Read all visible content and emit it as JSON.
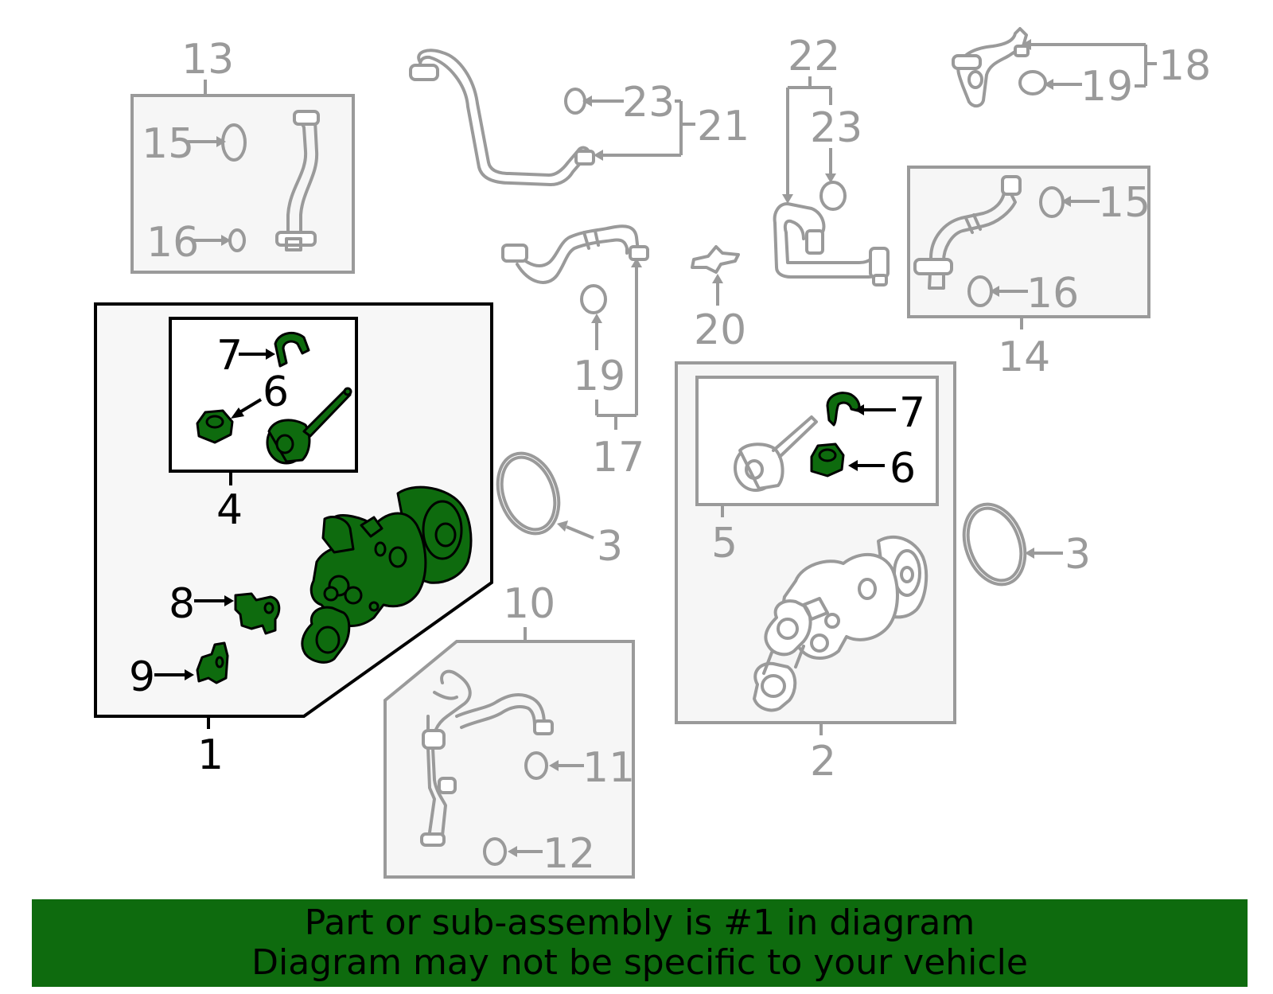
{
  "diagram": {
    "callouts": {
      "c1": "1",
      "c2": "2",
      "c3a": "3",
      "c3b": "3",
      "c4": "4",
      "c5": "5",
      "c6a": "6",
      "c6b": "6",
      "c7a": "7",
      "c7b": "7",
      "c8": "8",
      "c9": "9",
      "c10": "10",
      "c11": "11",
      "c12": "12",
      "c13": "13",
      "c14": "14",
      "c15a": "15",
      "c15b": "15",
      "c16a": "16",
      "c16b": "16",
      "c17": "17",
      "c18": "18",
      "c19a": "19",
      "c19b": "19",
      "c20": "20",
      "c21": "21",
      "c22": "22",
      "c23a": "23",
      "c23b": "23"
    },
    "colors": {
      "highlight": "#0e6b0e",
      "line_gray": "#9a9a9a",
      "line_black": "#000000"
    }
  },
  "banner": {
    "line1": "Part or sub-assembly is #1 in diagram",
    "line2": "Diagram may not be specific to your vehicle"
  }
}
